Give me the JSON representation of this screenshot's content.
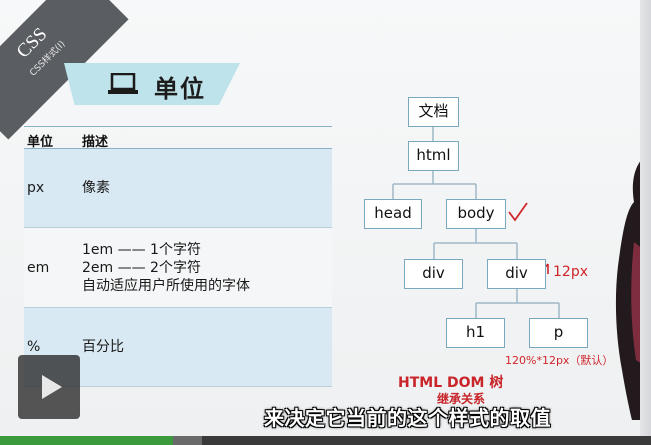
{
  "ribbon": {
    "course": "CSS",
    "chapter": "CSS样式(I)"
  },
  "slide_title": {
    "icon": "laptop-icon",
    "text": "单位"
  },
  "unit_table": {
    "headers": [
      "单位",
      "描述"
    ],
    "rows": [
      {
        "unit": "px",
        "desc": [
          "像素"
        ]
      },
      {
        "unit": "em",
        "desc": [
          "1em —— 1个字符",
          "2em —— 2个字符",
          "自动适应用户所使用的字体"
        ]
      },
      {
        "unit": "%",
        "desc": [
          "百分比"
        ]
      }
    ]
  },
  "dom_tree": {
    "nodes": {
      "doc": "文档",
      "html": "html",
      "head": "head",
      "body": "body",
      "div1": "div",
      "div2": "div",
      "h1": "h1",
      "p": "p"
    },
    "annotations": {
      "div_size": "12px",
      "p_formula": "120%*12px（默认）"
    },
    "caption_main": "HTML DOM 树",
    "caption_sub": "继承关系"
  },
  "subtitle": "来决定它当前的这个样式的取值",
  "player": {
    "progress": 0.265,
    "buffered": 0.31,
    "colors": {
      "progress": "#3b9a3b",
      "accent_red": "#d0262b"
    }
  }
}
